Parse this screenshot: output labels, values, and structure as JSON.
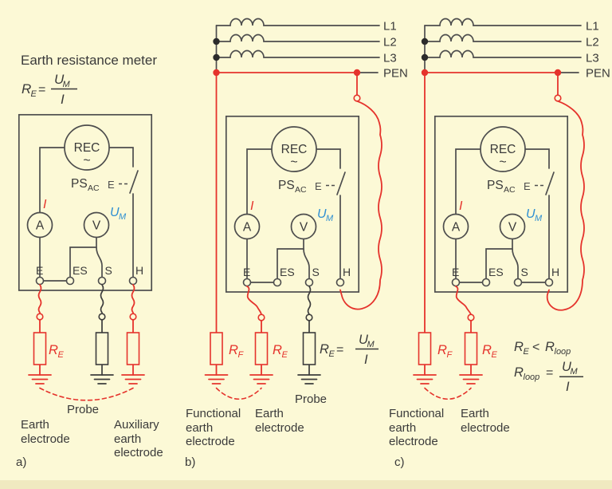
{
  "colors": {
    "background": "#FCF9D6",
    "bottom_strip": "#F0E9C0",
    "wire_gray": "#4d4d4d",
    "wire_red": "#E5332C",
    "label_blue": "#2E8FD2",
    "text": "#3a3a3a"
  },
  "title": "Earth resistance meter",
  "meter": {
    "source": "REC",
    "wave": "~",
    "ps": "PS",
    "ps_sub": "AC",
    "switch_actuator": "E",
    "ammeter": "A",
    "voltmeter": "V",
    "current": "I",
    "voltage": "U",
    "voltage_sub": "M",
    "term_e": "E",
    "term_es": "ES",
    "term_s": "S",
    "term_h": "H"
  },
  "lines": {
    "l1": "L1",
    "l2": "L2",
    "l3": "L3",
    "pen": "PEN"
  },
  "resistors": {
    "r": "R",
    "sub_e": "E",
    "sub_f": "F"
  },
  "formula_re": {
    "lhs": "R",
    "lhs_sub": "E",
    "eq": "=",
    "num": "U",
    "num_sub": "M",
    "den": "I"
  },
  "formula_ineq": {
    "lhs": "R",
    "lhs_sub": "E",
    "op": "<",
    "rhs": "R",
    "rhs_sub": "loop"
  },
  "formula_loop": {
    "lhs": "R",
    "lhs_sub": "loop",
    "eq": "=",
    "num": "U",
    "num_sub": "M",
    "den": "I"
  },
  "electrodes": {
    "probe": "Probe",
    "earth": "Earth electrode",
    "auxiliary": "Auxiliary earth electrode",
    "functional": "Functional earth electrode"
  },
  "panels": {
    "a": "a)",
    "b": "b)",
    "c": "c)"
  }
}
